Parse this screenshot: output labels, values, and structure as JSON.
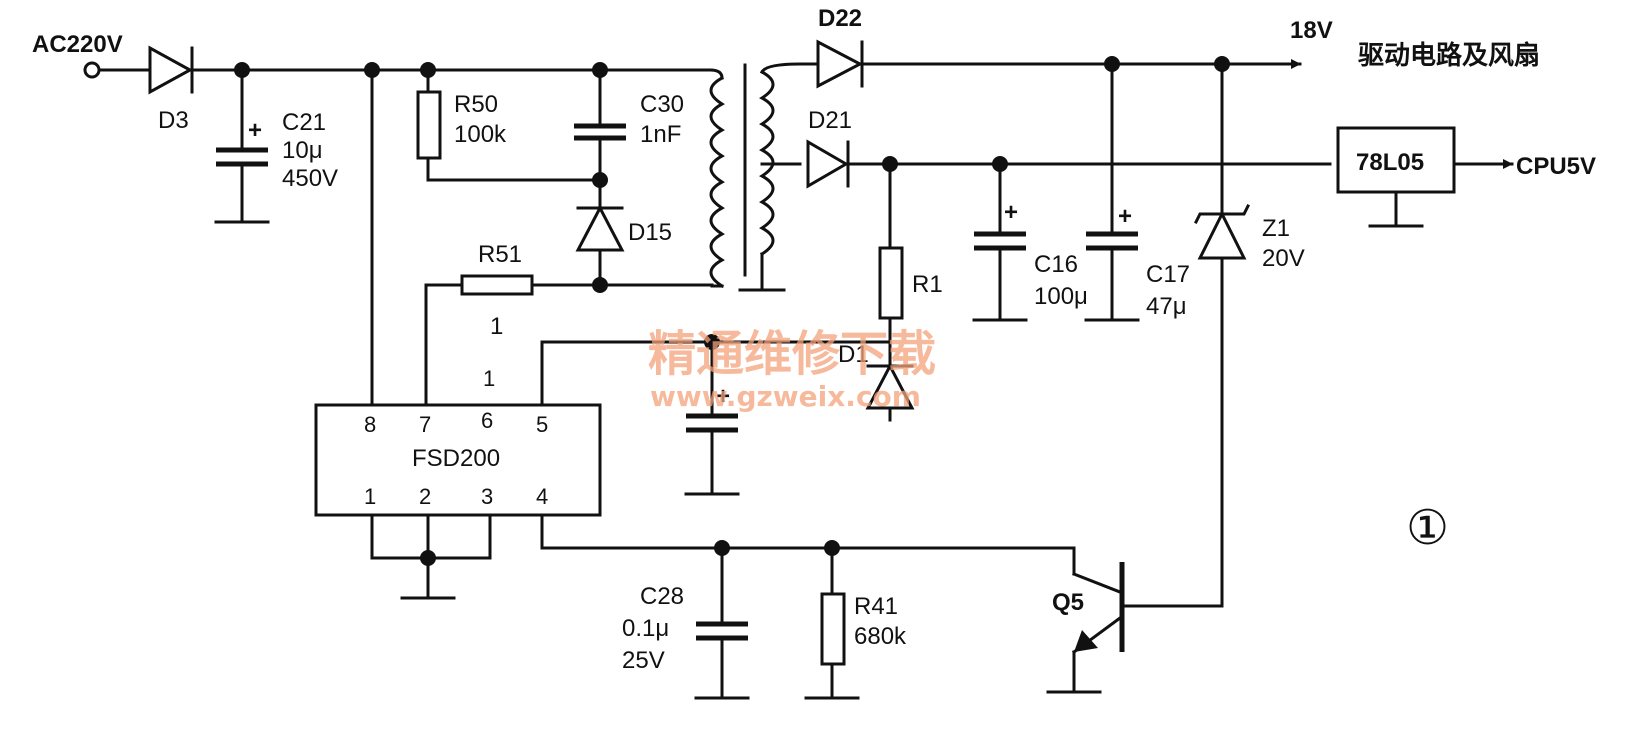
{
  "input_label": "AC220V",
  "components": {
    "d3": "D3",
    "c21": {
      "name": "C21",
      "value": "10μ",
      "rating": "450V"
    },
    "r50": {
      "name": "R50",
      "value": "100k"
    },
    "c30": {
      "name": "C30",
      "value": "1nF"
    },
    "d15": "D15",
    "r51": {
      "name": "R51",
      "value": "1"
    },
    "d22": "D22",
    "d21": "D21",
    "r1": "R1",
    "d1": "D1",
    "c16": {
      "name": "C16",
      "value": "100μ"
    },
    "c17": {
      "name": "C17",
      "value": "47μ"
    },
    "z1": {
      "name": "Z1",
      "value": "20V"
    },
    "reg": "78L05",
    "ic": {
      "name": "FSD200",
      "pins": [
        "1",
        "2",
        "3",
        "4",
        "5",
        "6",
        "7",
        "8"
      ]
    },
    "c28": {
      "name": "C28",
      "value": "0.1μ",
      "rating": "25V"
    },
    "r41": {
      "name": "R41",
      "value": "680k"
    },
    "q5": "Q5"
  },
  "outputs": {
    "v18": "18V",
    "v18_desc": "驱动电路及风扇",
    "cpu": "CPU5V"
  },
  "pin1_label": "1",
  "watermark": {
    "cn": "精通维修下载",
    "url": "www.gzweix.com"
  },
  "figure_number": "①"
}
